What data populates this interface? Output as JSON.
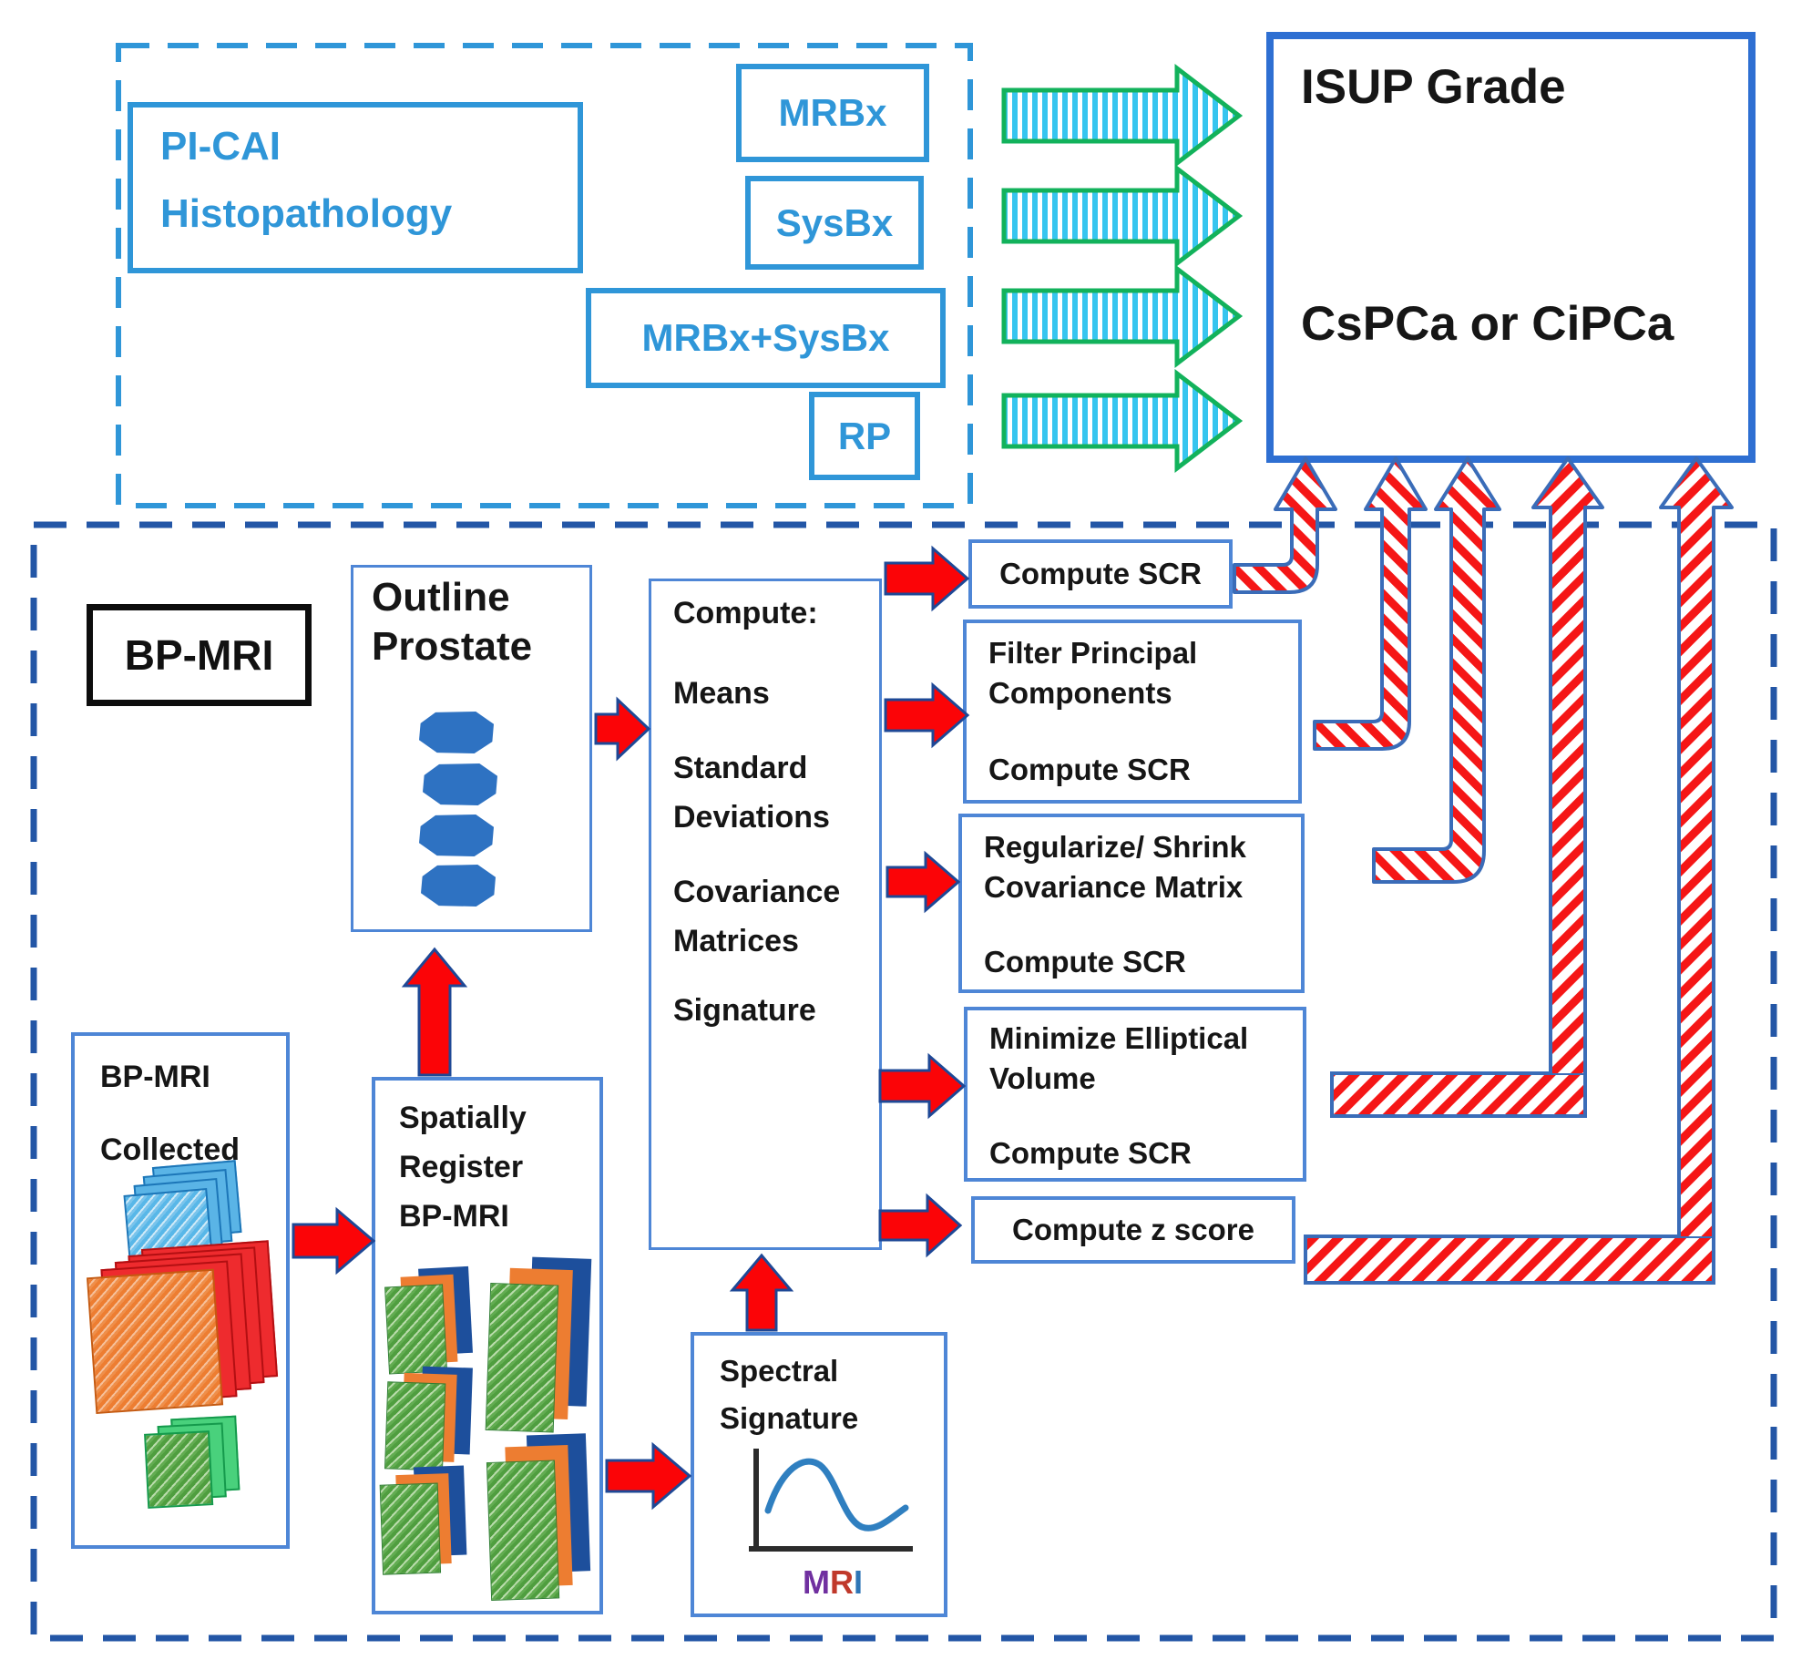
{
  "top": {
    "source_line1": "PI-CAI",
    "source_line2": "Histopathology",
    "mrbx": "MRBx",
    "sysbx": "SysBx",
    "mrbx_sysbx": "MRBx+SysBx",
    "rp": "RP"
  },
  "outcome": {
    "title": "ISUP Grade",
    "subtitle": "CsPCa or CiPCa"
  },
  "pipeline": {
    "bpmri_label": "BP-MRI",
    "outline": {
      "line1": "Outline",
      "line2": "Prostate"
    },
    "compute": {
      "l0": "Compute:",
      "l1": "Means",
      "l2": "Standard",
      "l3": "Deviations",
      "l4": "Covariance",
      "l5": "Matrices",
      "l6": "Signature"
    },
    "methods": {
      "scr": "Compute SCR",
      "filter_l1": "Filter Principal",
      "filter_l2": "Components",
      "filter_l3": "Compute SCR",
      "reg_l1": "Regularize/ Shrink",
      "reg_l2": "Covariance Matrix",
      "reg_l3": "Compute SCR",
      "min_l1": "Minimize Elliptical",
      "min_l2": "Volume",
      "min_l3": "Compute SCR",
      "zscore": "Compute z score"
    },
    "collected": {
      "line1": "BP-MRI",
      "line2": "Collected"
    },
    "register": {
      "line1": "Spatially",
      "line2": "Register",
      "line3": "BP-MRI"
    },
    "spectral": {
      "line1": "Spectral",
      "line2": "Signature",
      "axis_m": "M",
      "axis_r": "R",
      "axis_i": "I"
    }
  },
  "colors": {
    "light_blue": "#2f96d8",
    "royal_blue": "#2e6fd2",
    "navy_dash": "#2356a6",
    "inner_border": "#4e86d6",
    "solid_red": "#fb0407",
    "stripe_red": "#f51616",
    "stripe_cyan": "#36c5ef",
    "green_outline": "#12b25b",
    "octagon_blue": "#2e72c2",
    "black_text": "#161616"
  }
}
